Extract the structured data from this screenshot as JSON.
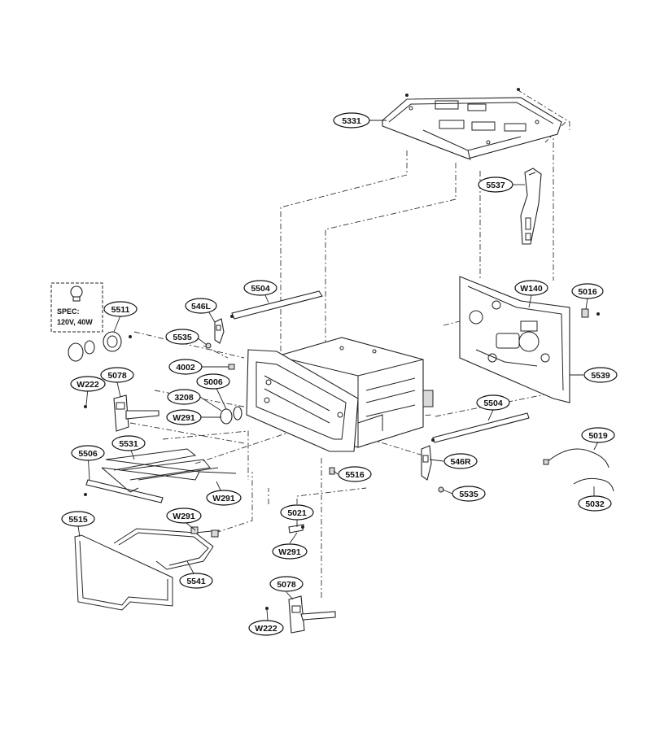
{
  "spec_box": {
    "line1": "SPEC:",
    "line2": "120V, 40W"
  },
  "callouts": [
    {
      "id": "c5331",
      "label": "5331"
    },
    {
      "id": "c5537",
      "label": "5537"
    },
    {
      "id": "c5504a",
      "label": "5504"
    },
    {
      "id": "c546L",
      "label": "546L"
    },
    {
      "id": "cW140",
      "label": "W140"
    },
    {
      "id": "c5016",
      "label": "5016"
    },
    {
      "id": "c5511",
      "label": "5511"
    },
    {
      "id": "c5535a",
      "label": "5535"
    },
    {
      "id": "c4002",
      "label": "4002"
    },
    {
      "id": "c5006",
      "label": "5006"
    },
    {
      "id": "c5078a",
      "label": "5078"
    },
    {
      "id": "cW222a",
      "label": "W222"
    },
    {
      "id": "c3208",
      "label": "3208"
    },
    {
      "id": "cW291a",
      "label": "W291"
    },
    {
      "id": "c5539",
      "label": "5539"
    },
    {
      "id": "c5504b",
      "label": "5504"
    },
    {
      "id": "c5506",
      "label": "5506"
    },
    {
      "id": "c5531",
      "label": "5531"
    },
    {
      "id": "c5019",
      "label": "5019"
    },
    {
      "id": "c546R",
      "label": "546R"
    },
    {
      "id": "c5516",
      "label": "5516"
    },
    {
      "id": "cW291b",
      "label": "W291"
    },
    {
      "id": "c5535b",
      "label": "5535"
    },
    {
      "id": "c5032",
      "label": "5032"
    },
    {
      "id": "c5515",
      "label": "5515"
    },
    {
      "id": "cW291c",
      "label": "W291"
    },
    {
      "id": "c5021",
      "label": "5021"
    },
    {
      "id": "cW291d",
      "label": "W291"
    },
    {
      "id": "c5541",
      "label": "5541"
    },
    {
      "id": "c5078b",
      "label": "5078"
    },
    {
      "id": "cW222b",
      "label": "W222"
    }
  ]
}
